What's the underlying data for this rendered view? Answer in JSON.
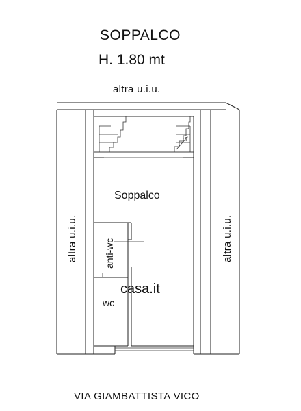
{
  "header": {
    "title": "SOPPALCO",
    "height_label": "H. 1.80 mt"
  },
  "neighbors": {
    "top": "altra u.i.u.",
    "left": "altra u.i.u.",
    "right": "altra u.i.u."
  },
  "rooms": {
    "main": "Soppalco",
    "anti_wc": "anti-wc",
    "wc": "wc"
  },
  "street": "VIA GIAMBATTISTA VICO",
  "watermark": "casa.it",
  "colors": {
    "ink": "#111111",
    "watermark": "#e6e6e6"
  }
}
